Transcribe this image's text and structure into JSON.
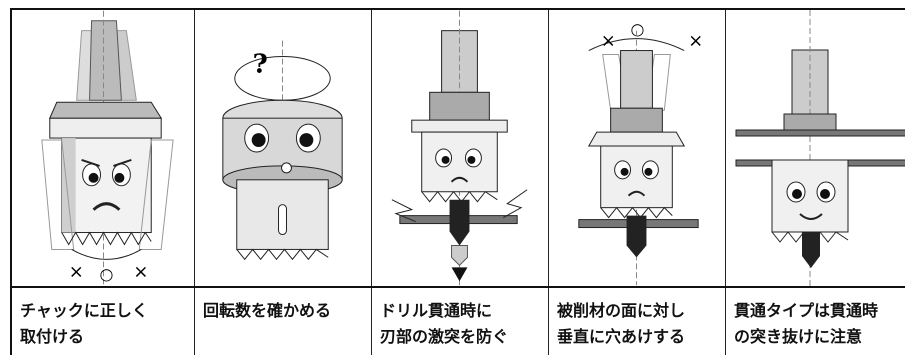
{
  "panels": [
    {
      "caption": [
        "チャックに正しく",
        "取付ける"
      ],
      "marks": {
        "left": "×",
        "center": "○",
        "right": "×"
      }
    },
    {
      "caption": [
        "回転数を確かめる"
      ],
      "marks": {
        "question": "?"
      }
    },
    {
      "caption": [
        "ドリル貫通時に",
        "刃部の激突を防ぐ"
      ]
    },
    {
      "caption": [
        "被削材の面に対し",
        "垂直に穴あけする"
      ],
      "marks": {
        "left": "×",
        "center": "○",
        "right": "×"
      }
    },
    {
      "caption": [
        "貫通タイプは貫通時",
        "の突き抜けに注意"
      ]
    }
  ]
}
